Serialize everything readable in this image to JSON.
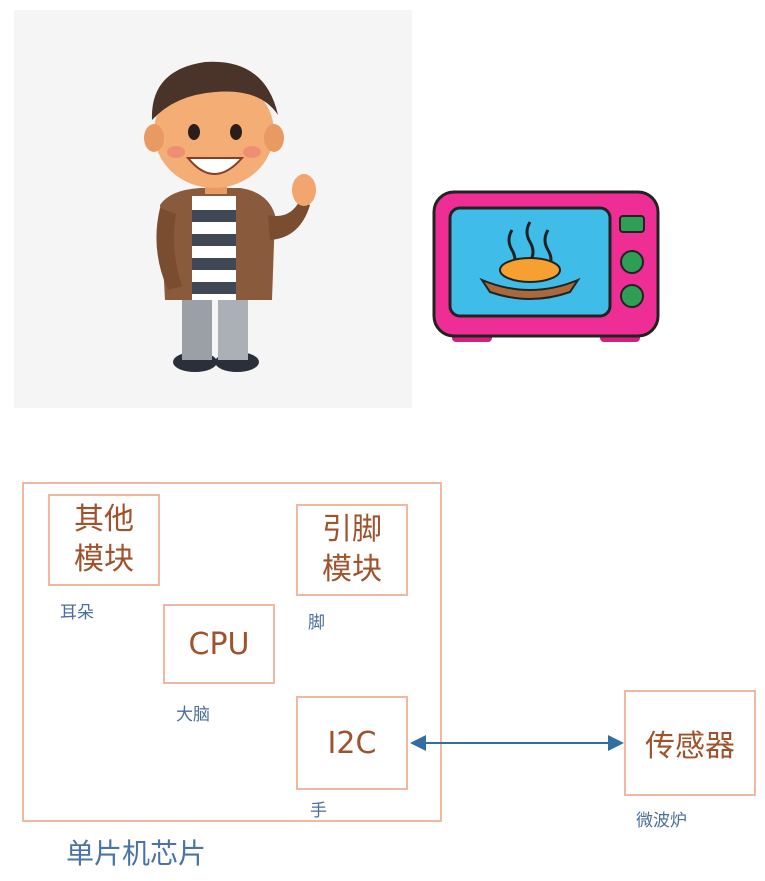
{
  "diagram": {
    "chip_label": "单片机芯片",
    "modules": {
      "other": {
        "label": "其他\n模块",
        "caption": "耳朵"
      },
      "pin": {
        "label": "引脚\n模块",
        "caption": "脚"
      },
      "cpu": {
        "label": "CPU",
        "caption": "大脑"
      },
      "i2c": {
        "label": "I2C",
        "caption": "手"
      }
    },
    "sensor": {
      "label": "传感器",
      "caption": "微波炉"
    },
    "colors": {
      "border": "#f0b8a0",
      "box_text": "#a0522d",
      "caption": "#4a6f9a",
      "arrow": "#2f6fa3"
    }
  },
  "images": {
    "person": "cartoon-man-waving",
    "microwave": "pink-microwave-with-food"
  }
}
